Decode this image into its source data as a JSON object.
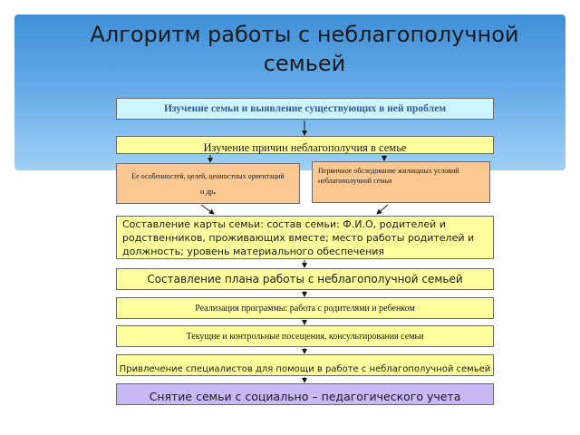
{
  "header": {
    "title_line1": "Алгоритм работы с неблагополучной",
    "title_line2": "семьей"
  },
  "steps": {
    "study_family": "Изучение семьи и выявление существующих в ней проблем",
    "study_causes": "Изучение причин неблагополучия в семье",
    "features": "Ее особенностей, целей, ценностных ориентаций и др",
    "features_end": ".",
    "housing_survey": "Первичное обследование жилищных условий неблагополучной семьи",
    "family_map": "Составление карты семьи: состав семьи: Ф.И.О, родителей и родственников, проживающих вместе; место работы родителей и должность; уровень материального обеспечения",
    "work_plan": "Составление плана работы с неблагополучной семьей",
    "program": "Реализация программы: работа с родителями и ребенком",
    "visits": "Текущие и контрольные посещения, консультирования семьи",
    "specialists": "Привлечение специалистов для помощи в работе с неблагополучной семьей",
    "deregister": "Снятие семьи с социально – педагогического учета"
  },
  "colors": {
    "header_band": "#63a9e6",
    "cyan_box": "#ccf5ff",
    "yellow_box": "#ffff9e",
    "orange_box": "#fcc891",
    "violet_box": "#c8b8f5"
  }
}
